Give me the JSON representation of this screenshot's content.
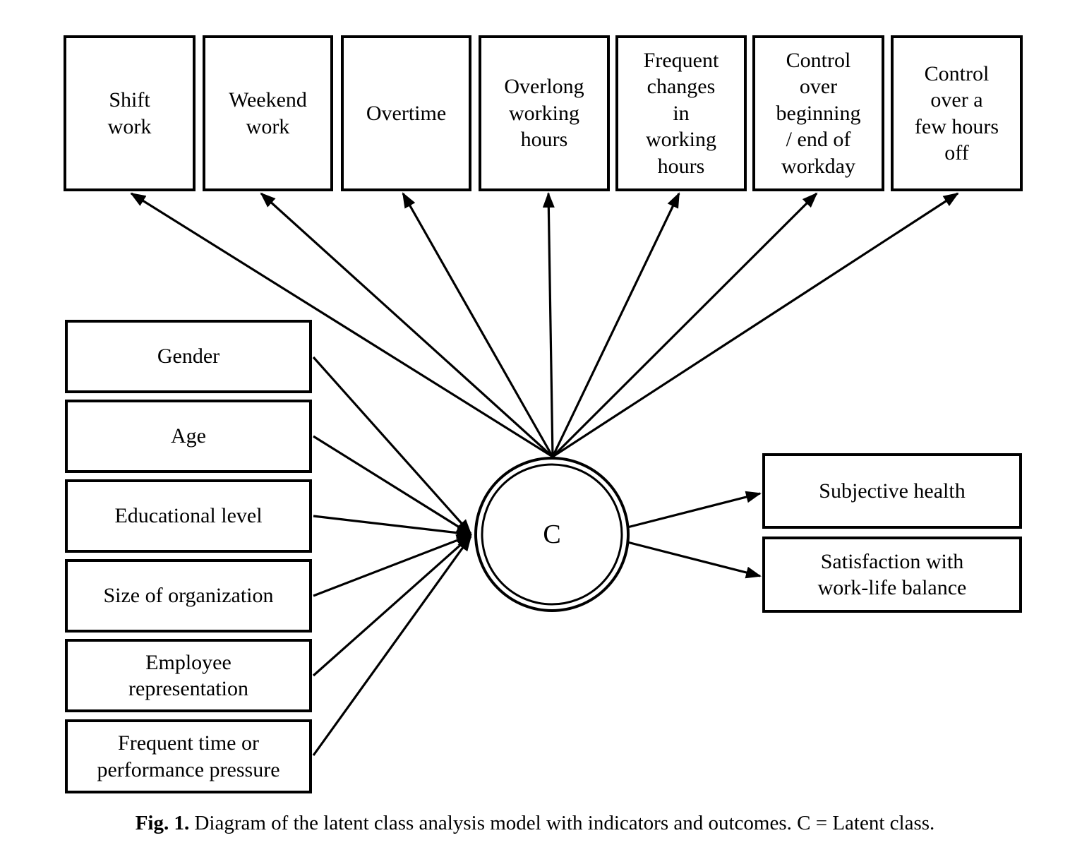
{
  "latent_class": {
    "label": "C"
  },
  "indicators": [
    {
      "label": "Shift\nwork"
    },
    {
      "label": "Weekend\nwork"
    },
    {
      "label": "Overtime"
    },
    {
      "label": "Overlong\nworking\nhours"
    },
    {
      "label": "Frequent\nchanges\nin\nworking\nhours"
    },
    {
      "label": "Control\nover\nbeginning\n/ end of\nworkday"
    },
    {
      "label": "Control\nover a\nfew hours\noff"
    }
  ],
  "covariates": [
    {
      "label": "Gender"
    },
    {
      "label": "Age"
    },
    {
      "label": "Educational level"
    },
    {
      "label": "Size of organization"
    },
    {
      "label": "Employee\nrepresentation"
    },
    {
      "label": "Frequent time or\nperformance pressure"
    }
  ],
  "outcomes": [
    {
      "label": "Subjective health"
    },
    {
      "label": "Satisfaction with\nwork-life balance"
    }
  ],
  "caption": {
    "prefix": "Fig. 1.",
    "text": "Diagram of the latent class analysis model with indicators and outcomes. C = Latent class."
  },
  "colors": {
    "line": "#000000",
    "background": "#ffffff"
  }
}
